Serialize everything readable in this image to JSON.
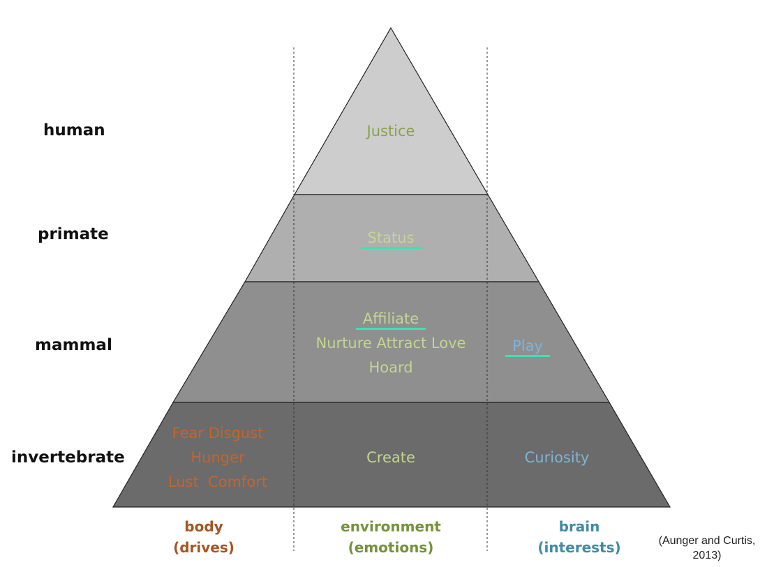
{
  "levels": {
    "human": "human",
    "primate": "primate",
    "mammal": "mammal",
    "invertebrate": "invertebrate"
  },
  "cells": {
    "human_env": "Justice",
    "primate_env": "Status",
    "mammal_env": [
      "Affiliate",
      "Nurture Attract Love",
      "Hoard"
    ],
    "mammal_brain": "Play",
    "invertebrate_body": [
      "Fear Disgust",
      "Hunger",
      "Lust  Comfort"
    ],
    "invertebrate_env": "Create",
    "invertebrate_brain": "Curiosity"
  },
  "columns": {
    "body": {
      "title": "body",
      "subtitle": "(drives)"
    },
    "environment": {
      "title": "environment",
      "subtitle": "(emotions)"
    },
    "brain": {
      "title": "brain",
      "subtitle": "(interests)"
    }
  },
  "citation": [
    "(Aunger and Curtis,",
    "2013)"
  ],
  "colors": {
    "body": "#c5642b",
    "environment": "#c3d68f",
    "brain": "#7fb4d6",
    "body_label": "#a65520",
    "environment_label": "#759238",
    "brain_label": "#3f8aa8",
    "human_text": "#86a34a",
    "tier_human": "#cdcdcd",
    "tier_primate": "#afafaf",
    "tier_mammal": "#8f8f8f",
    "tier_invertebrate": "#6b6b6b",
    "underline": "#3fe0b4"
  },
  "icons": {}
}
